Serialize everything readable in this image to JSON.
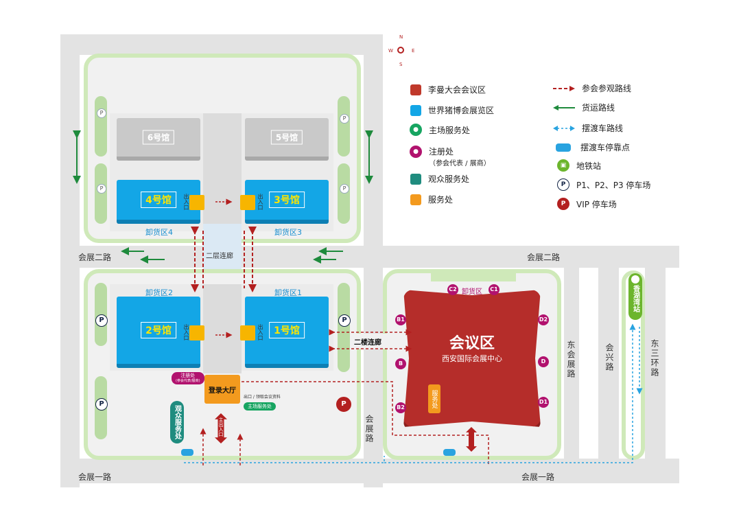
{
  "compass": {
    "n": "N",
    "s": "S",
    "e": "E",
    "w": "W"
  },
  "legend": {
    "left": [
      {
        "label": "李曼大会会议区",
        "color": "#c0392b",
        "icon": "square"
      },
      {
        "label": "世界猪博会展览区",
        "color": "#13a6e6",
        "icon": "square"
      },
      {
        "label": "主场服务处",
        "color": "#17a561",
        "icon": "person-icon"
      },
      {
        "label": "注册处",
        "sub": "（参会代表 / 展商）",
        "color": "#b1126e",
        "icon": "person-icon"
      },
      {
        "label": "观众服务处",
        "color": "#1f8c7f",
        "icon": "square"
      },
      {
        "label": "服务处",
        "color": "#f39a1e",
        "icon": "square"
      }
    ],
    "right": [
      {
        "label": "参会参观路线",
        "color": "#b32020",
        "icon": "dashed-arrow"
      },
      {
        "label": "货运路线",
        "color": "#1e8a3c",
        "icon": "solid-arrow"
      },
      {
        "label": "摆渡车路线",
        "color": "#29a3e0",
        "icon": "dotted-arrow"
      },
      {
        "label": "摆渡车停靠点",
        "color": "#29a3e0",
        "icon": "bus-icon"
      },
      {
        "label": "地铁站",
        "color": "#6cb52d",
        "icon": "subway-icon"
      },
      {
        "label": "P1、P2、P3 停车场",
        "color": "#124",
        "icon": "parking-icon"
      },
      {
        "label": "VIP 停车场",
        "color": "#b32020",
        "icon": "vip-parking-icon"
      }
    ]
  },
  "halls": {
    "h6": "6号馆",
    "h5": "5号馆",
    "h4": "4号馆",
    "h3": "3号馆",
    "h2": "2号馆",
    "h1": "1号馆"
  },
  "unloading": {
    "u4": "卸货区4",
    "u3": "卸货区3",
    "u2": "卸货区2",
    "u1": "卸货区1",
    "conf": "卸货区"
  },
  "corridors": {
    "second_floor": "二层连廊",
    "bridge": "二楼连廊"
  },
  "roads": {
    "huizhan2_left": "会展二路",
    "huizhan2_right": "会展二路",
    "huizhan1_left": "会展一路",
    "huizhan1_right": "会展一路",
    "huizhan_rd": "会展路",
    "east_huizhan": "东会展路",
    "huixing": "会兴路",
    "east3ring": "东三环路"
  },
  "conference": {
    "title": "会议区",
    "subtitle": "西安国际会展中心",
    "service": "服务处"
  },
  "doors": [
    "C2",
    "C1",
    "B1",
    "D2",
    "B",
    "D",
    "B2",
    "D1"
  ],
  "registration": {
    "hall": "登录大厅",
    "reg_label": "注册处",
    "reg_sub": "(参会代表/展商)",
    "exit_note": "出口 / 领取会议资料",
    "main_service": "主场服务处",
    "audience": "观众服务处"
  },
  "entrance": {
    "main": "主出入口",
    "side": "出入口"
  },
  "subway": {
    "station": "香湖湾站"
  },
  "parking": {
    "p": "P",
    "vip": "P"
  }
}
